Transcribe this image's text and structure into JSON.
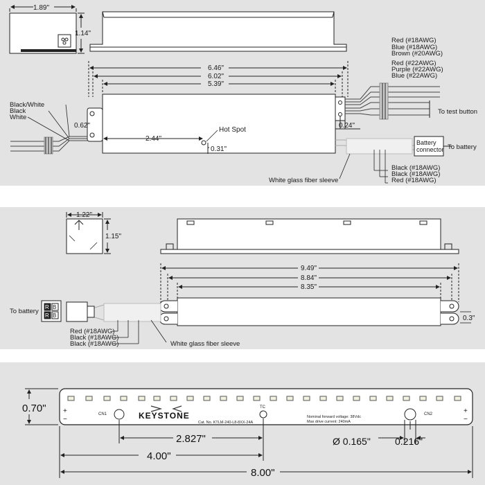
{
  "top": {
    "width_dim": "1.89\"",
    "height_dim": "1.14\"",
    "len1": "6.46\"",
    "len2": "6.02\"",
    "len3": "5.39\"",
    "left_wires": [
      "Black/White",
      "Black",
      "White"
    ],
    "dim_062": "0.62\"",
    "dim_244": "2.44\"",
    "hot_spot": "Hot Spot",
    "dim_031": "0.31\"",
    "dim_024": "0.24\"",
    "right_wires_top": [
      "Red (#18AWG)",
      "Blue (#18AWG)",
      "Brown (#20AWG)"
    ],
    "right_wires_mid": [
      "Red (#22AWG)",
      "Purple (#22AWG)",
      "Blue (#22AWG)"
    ],
    "to_test_button": "To test button",
    "battery_connector": [
      "Battery",
      "connector"
    ],
    "to_battery": "To battery",
    "right_wires_bottom": [
      "Black (#18AWG)",
      "Black (#18AWG)",
      "Red (#18AWG)"
    ],
    "sleeve": "White glass fiber sleeve"
  },
  "middle": {
    "width_dim": "1.22\"",
    "height_dim": "1.15\"",
    "len1": "9.49\"",
    "len2": "8.84\"",
    "len3": "8.35\"",
    "dim_03": "0.3\"",
    "to_battery": "To battery",
    "connector_letters": [
      "R",
      "B",
      "R",
      "B"
    ],
    "wires": [
      "Red (#18AWG)",
      "Black (#18AWG)",
      "Black (#18AWG)"
    ],
    "sleeve": "White glass fiber sleeve"
  },
  "bottom": {
    "height_dim": "0.70\"",
    "plus": "+",
    "minus": "−",
    "cn1": "CN1",
    "tc": "TC",
    "cn2": "CN2",
    "brand": "KEYSTONE",
    "cat": "Cat. No. KTLM-240-L8-8XX-24A",
    "spec1": "Nominal forward voltage: 38Vdc",
    "spec2": "Max drive current: 240mA",
    "dim_2827": "2.827\"",
    "dim_0165": "Ø 0.165\"",
    "dim_0216": "0.216\"",
    "dim_400": "4.00\"",
    "dim_800": "8.00\""
  },
  "colors": {
    "panel": "#e3e3e3",
    "line": "#222222",
    "led": "#f2f2e0"
  }
}
